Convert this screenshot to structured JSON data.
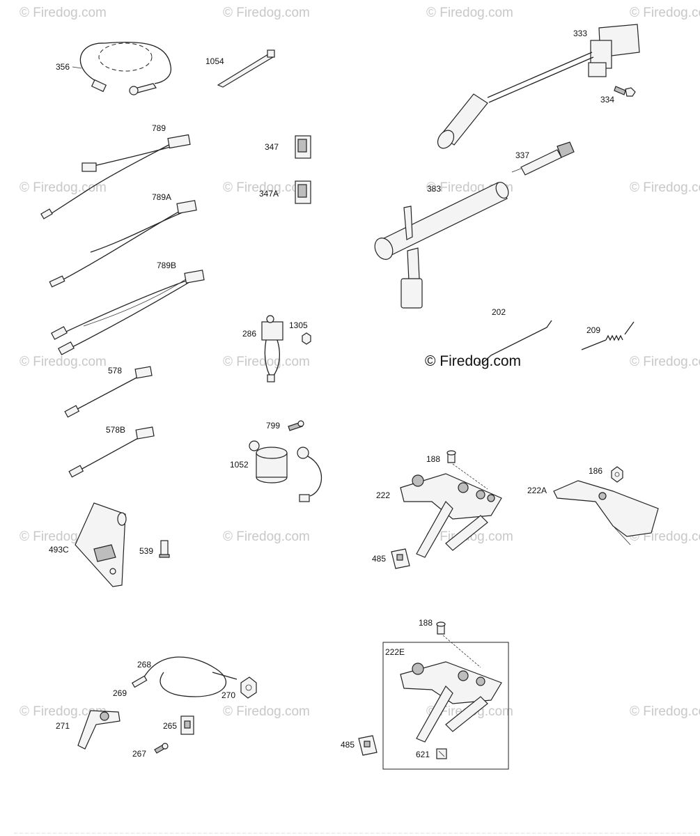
{
  "watermark": "© Firedog.com",
  "callouts": {
    "p356": "356",
    "p1054": "1054",
    "p789": "789",
    "p789A": "789A",
    "p789B": "789B",
    "p347": "347",
    "p347A": "347A",
    "p286": "286",
    "p1305": "1305",
    "p578": "578",
    "p578B": "578B",
    "p799": "799",
    "p1052": "1052",
    "p493C": "493C",
    "p539": "539",
    "p268": "268",
    "p269": "269",
    "p270": "270",
    "p271": "271",
    "p265": "265",
    "p267": "267",
    "p333": "333",
    "p334": "334",
    "p337": "337",
    "p383": "383",
    "p202": "202",
    "p209": "209",
    "p188a": "188",
    "p186": "186",
    "p222": "222",
    "p222A": "222A",
    "p485a": "485",
    "p188b": "188",
    "p222E": "222E",
    "p485b": "485",
    "p621": "621"
  }
}
